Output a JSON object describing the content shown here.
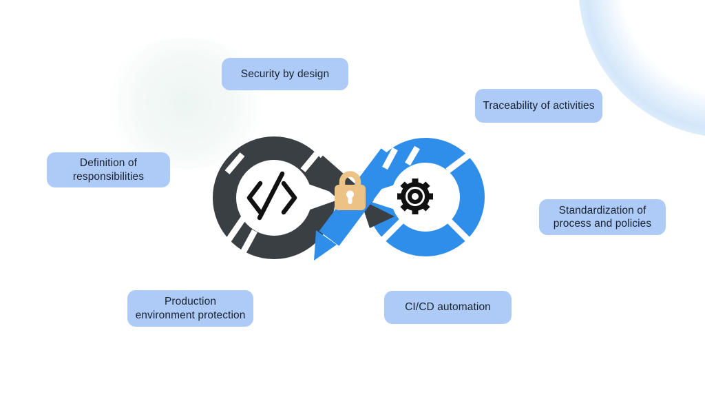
{
  "labels": {
    "security": {
      "text": "Security by design"
    },
    "traceability": {
      "text": "Traceability of activities"
    },
    "responsibilities": {
      "text": "Definition of\nresponsibilities"
    },
    "standardization": {
      "text": "Standardization of\nprocess and policies"
    },
    "production": {
      "text": "Production\nenvironment protection"
    },
    "cicd": {
      "text": "CI/CD automation"
    }
  },
  "icons": {
    "left_loop": "code-brackets-icon",
    "right_loop": "gear-icon",
    "center": "padlock-icon"
  },
  "colors": {
    "dev_loop": "#3a3f44",
    "ops_loop": "#2f8ee9",
    "padlock": "#ecc287",
    "label_background": "#aecaf7",
    "label_text": "#18222e",
    "icon_stroke": "#111111",
    "background_blob": "#cbe2f9"
  }
}
